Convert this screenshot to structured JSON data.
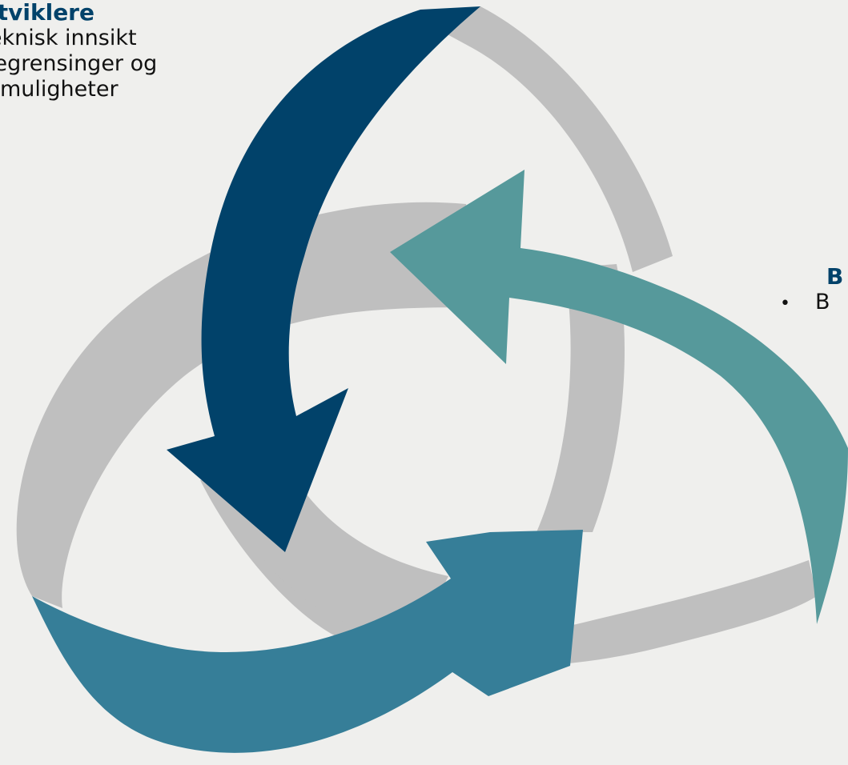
{
  "colors": {
    "background": "#efefed",
    "ribbon_gray": "#bfbfbf",
    "arrow_navy": "#01426a",
    "arrow_teal": "#56999b",
    "arrow_steel": "#367e98",
    "heading_color": "#01426a"
  },
  "developers": {
    "heading": "Utviklere",
    "lines": [
      "Teknisk innsikt",
      "Begrensinger og",
      "muligheter"
    ]
  },
  "right_group": {
    "heading": "B",
    "bullet": "•",
    "text": "B"
  }
}
